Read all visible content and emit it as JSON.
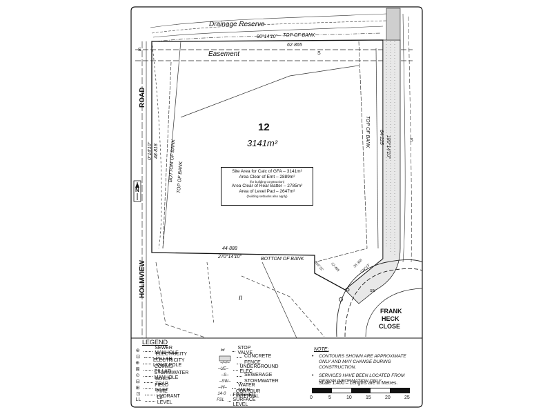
{
  "plan": {
    "lot_number": "12",
    "lot_area": "3141m²",
    "roads": {
      "west": "HOLMVIEW",
      "west_suffix": "ROAD",
      "southeast_line1": "FRANK",
      "southeast_line2": "HECK",
      "southeast_line3": "CLOSE"
    },
    "labels": {
      "drainage_reserve": "Drainage Reserve",
      "easement": "Easement",
      "easement_s_left": "S",
      "easement_s_right": "S",
      "top_bank_north": "TOP OF BANK",
      "bearing_north": "90°14'10\"",
      "dist_north": "62·865",
      "bearing_south": "270°14'10\"",
      "dist_south": "44·888",
      "bottom_bank_south": "BOTTOM OF BANK",
      "bottom_bank_west": "BOTTOM OF BANK",
      "top_bank_west": "TOP OF BANK",
      "bearing_west": "0°14'10\"",
      "dist_west": "48·818",
      "top_bank_east": "TOP OF BANK",
      "east_bearing": "180°14'10\"",
      "east_dist": "64·225",
      "sw_bearing": "314°15'",
      "sw_dist": "12·465",
      "se_dist": "35·355",
      "se_bearing": "224°13'",
      "north_arrow": "N",
      "sw_label": "SW",
      "s_label_east": "S",
      "contour_sample": "II"
    },
    "site_table": [
      {
        "text": "Site Area for Calc of GFA – 3141m²"
      },
      {
        "text": "Area Clear of Emt – 2889m²"
      },
      {
        "text": "(for building construction)"
      },
      {
        "text": "Area Clear of Rear Batter – 2785m²"
      },
      {
        "text": "Area of Level Pad – 2647m²"
      },
      {
        "text": "(building setbacks also apply)"
      }
    ]
  },
  "legend": {
    "title": "LEGEND",
    "left": [
      {
        "symbol": "⊛",
        "label": "SEWER MANHOLE",
        "symbol_name": "sewer-manhole-icon"
      },
      {
        "symbol": "⊡",
        "label": "ELECTRICITY PILLAR",
        "symbol_name": "electricity-pillar-icon"
      },
      {
        "symbol": "⊕",
        "label": "ELECTRICITY LIGHT POLE",
        "symbol_name": "light-pole-icon"
      },
      {
        "symbol": "⊠",
        "label": "COMMS PILLAR",
        "symbol_name": "comms-pillar-icon"
      },
      {
        "symbol": "⊙",
        "label": "STORMWATER MANHOLE",
        "symbol_name": "stormwater-manhole-icon"
      },
      {
        "symbol": "⊟",
        "label": "GULLY TRAP",
        "symbol_name": "gully-trap-icon"
      },
      {
        "symbol": "⊞",
        "label": "FIELD INLET",
        "symbol_name": "field-inlet-icon"
      },
      {
        "symbol": "⊡",
        "label": "FIRE HYDRANT",
        "symbol_name": "fire-hydrant-icon"
      },
      {
        "symbol": "LL",
        "label": "LIP LEVEL",
        "symbol_name": "lip-level-icon"
      }
    ],
    "right": [
      {
        "line": "⋈",
        "label": "STOP VALVE"
      },
      {
        "line": "▭",
        "label": "CONCRETE"
      },
      {
        "line": "–/–/–",
        "label": "FENCE"
      },
      {
        "line": "–UE–",
        "label": "UNDERGROUND ELEC"
      },
      {
        "line": "–S–",
        "label": "SEWERAGE"
      },
      {
        "line": "–SW–",
        "label": "STORMWATER"
      },
      {
        "line": "–W–",
        "label": "WATER MAIN"
      },
      {
        "line": "14·0",
        "label": "CONTOUR INTERVAL"
      },
      {
        "line": "FSL",
        "label": "FINISHED SURFACE LEVEL"
      }
    ]
  },
  "notes": {
    "title": "NOTE;",
    "items": [
      "CONTOURS SHOWN ARE APPROXIMATE ONLY AND MAY CHANGE DURING CONSTRUCTION.",
      "SERVICES HAVE BEEN LOCATED FROM DESIGN INFORMATION ONLY."
    ],
    "bullet": "•"
  },
  "scale": {
    "caption": "Scale 1:400 – Lengths are in Metres.",
    "ticks": [
      "0",
      "5",
      "10",
      "15",
      "20",
      "25"
    ]
  }
}
